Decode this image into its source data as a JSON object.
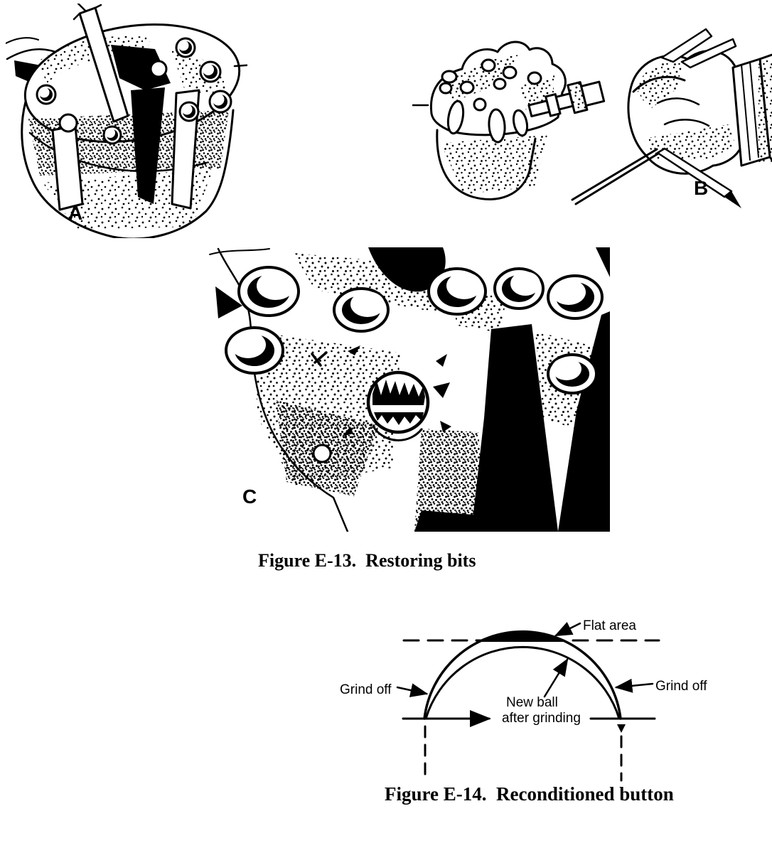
{
  "colors": {
    "ink": "#000000",
    "paper": "#ffffff"
  },
  "figure_e13": {
    "caption": "Figure E-13.  Restoring bits",
    "panels": {
      "a": "A",
      "b": "B",
      "c": "C"
    }
  },
  "figure_e14": {
    "caption": "Figure E-14.  Reconditioned button",
    "labels": {
      "flat_area": "Flat area",
      "grind_off_left": "Grind off",
      "grind_off_right": "Grind off",
      "new_ball_line1": "New ball",
      "new_ball_line2": "after grinding"
    }
  }
}
